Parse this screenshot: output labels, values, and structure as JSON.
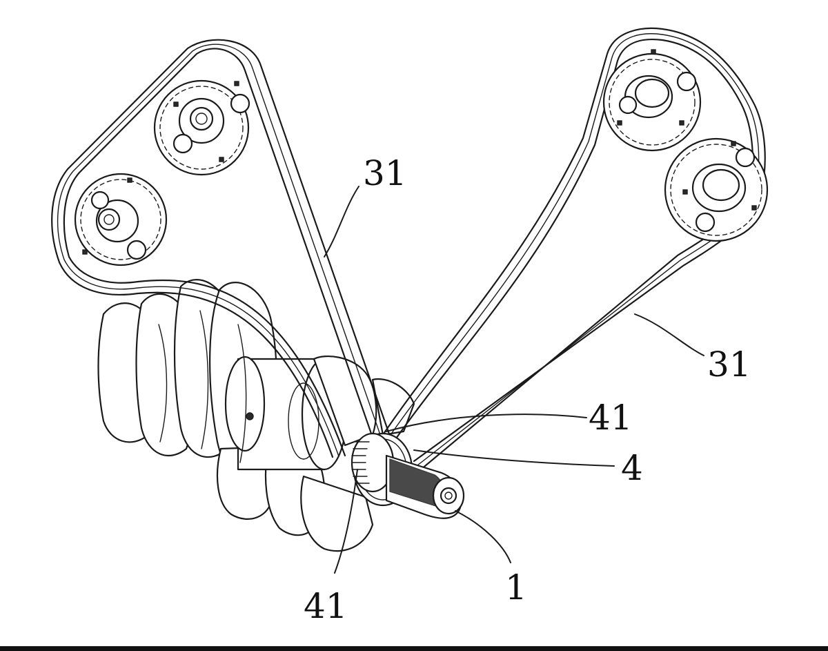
{
  "figure": {
    "labels": {
      "belt_upper": "31",
      "belt_lower": "31",
      "tooth_right": "41",
      "hub": "4",
      "shaft": "1",
      "tooth_bottom": "41"
    }
  }
}
